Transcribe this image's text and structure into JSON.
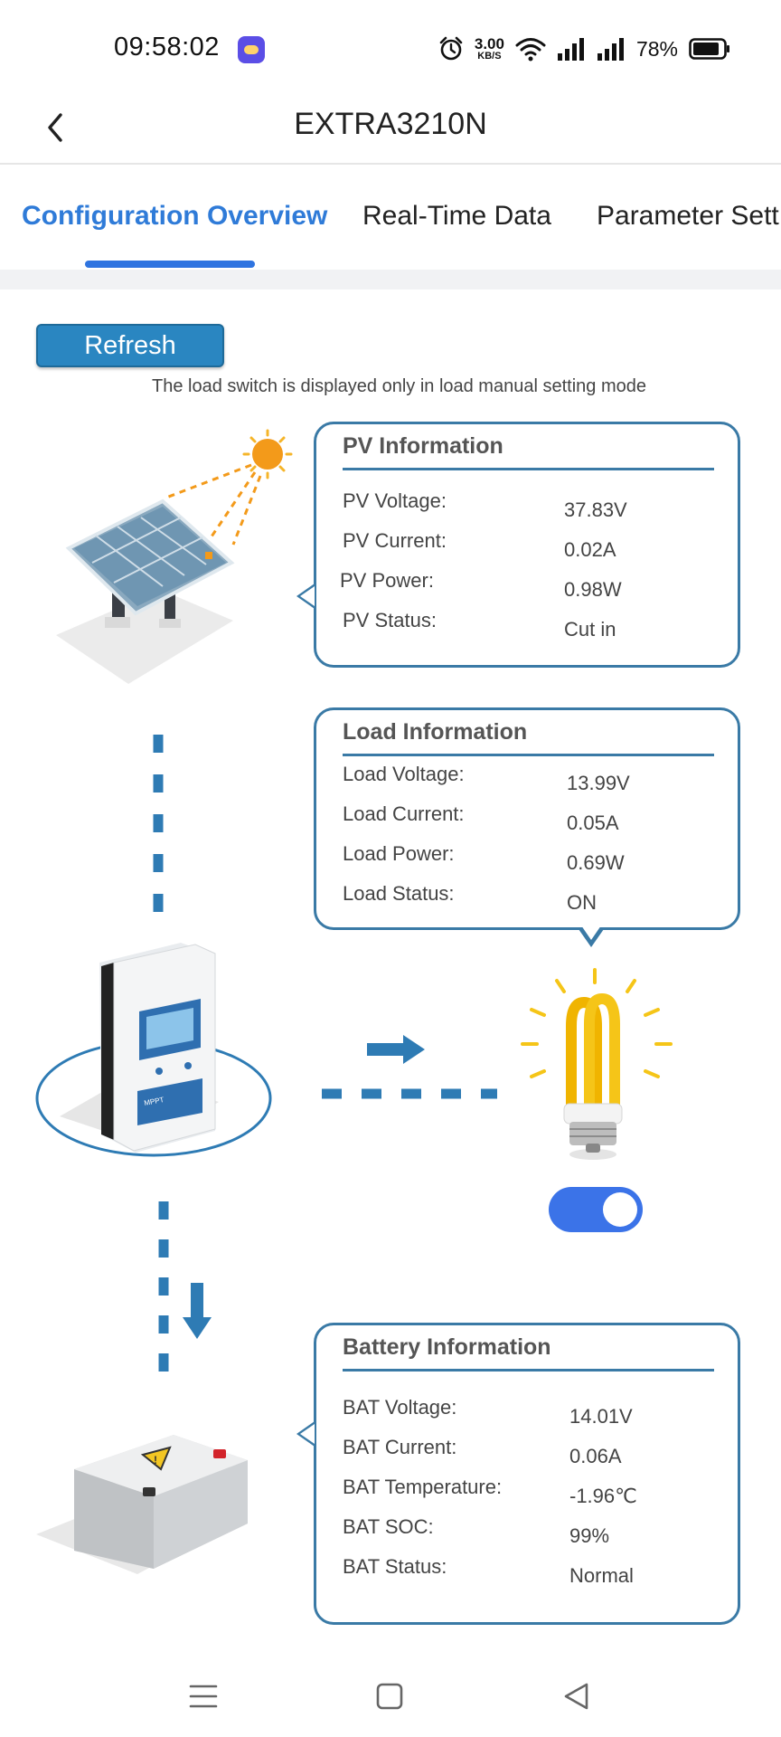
{
  "status_bar": {
    "time": "09:58:02",
    "net_speed_value": "3.00",
    "net_speed_unit": "KB/S",
    "battery_percent": "78%"
  },
  "header": {
    "title": "EXTRA3210N"
  },
  "tabs": [
    {
      "label": "Configuration Overview",
      "active": true
    },
    {
      "label": "Real-Time Data",
      "active": false
    },
    {
      "label": "Parameter Sett",
      "active": false
    }
  ],
  "refresh_label": "Refresh",
  "note": "The load switch is displayed only in load manual setting mode",
  "pv": {
    "title": "PV Information",
    "rows": [
      {
        "label": "PV Voltage:",
        "value": "37.83V"
      },
      {
        "label": "PV Current:",
        "value": "0.02A"
      },
      {
        "label": "PV Power:",
        "value": "0.98W"
      },
      {
        "label": "PV Status:",
        "value": "Cut in"
      }
    ]
  },
  "load": {
    "title": "Load Information",
    "rows": [
      {
        "label": "Load Voltage:",
        "value": "13.99V"
      },
      {
        "label": "Load Current:",
        "value": "0.05A"
      },
      {
        "label": "Load Power:",
        "value": "0.69W"
      },
      {
        "label": "Load Status:",
        "value": "ON"
      }
    ],
    "switch_on": true
  },
  "battery": {
    "title": "Battery Information",
    "rows": [
      {
        "label": "BAT Voltage:",
        "value": "14.01V"
      },
      {
        "label": "BAT Current:",
        "value": "0.06A"
      },
      {
        "label": "BAT Temperature:",
        "value": "-1.96℃"
      },
      {
        "label": "BAT SOC:",
        "value": "99%"
      },
      {
        "label": "BAT Status:",
        "value": "Normal"
      }
    ]
  },
  "colors": {
    "accent": "#2f7bd8",
    "card_border": "#3a7aa6",
    "refresh_button": "#2a86c1",
    "toggle_on": "#3b73e8",
    "flow_dash": "#2e7bb4",
    "bulb": "#f5c518"
  },
  "icons": {
    "back": "chevron-left-icon",
    "alarm": "alarm-clock-icon",
    "wifi": "wifi-icon",
    "signal": "signal-bars-icon",
    "battery": "battery-icon",
    "nav_menu": "menu-icon",
    "nav_home": "square-home-icon",
    "nav_back": "triangle-back-icon"
  }
}
